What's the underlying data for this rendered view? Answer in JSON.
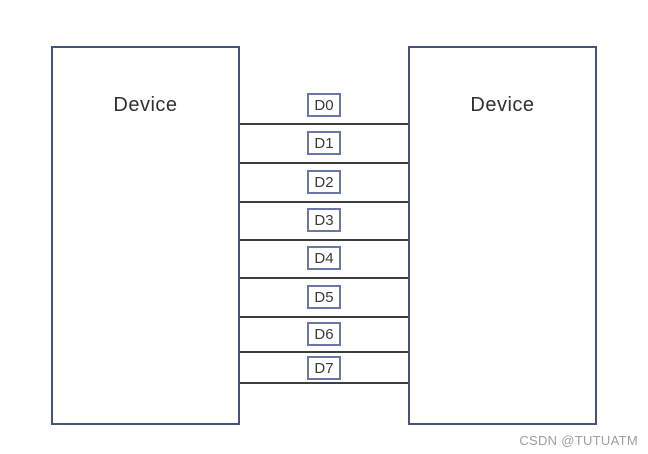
{
  "diagram": {
    "left_device": {
      "label": "Device"
    },
    "right_device": {
      "label": "Device"
    },
    "signals": [
      {
        "label": "D0"
      },
      {
        "label": "D1"
      },
      {
        "label": "D2"
      },
      {
        "label": "D3"
      },
      {
        "label": "D4"
      },
      {
        "label": "D5"
      },
      {
        "label": "D6"
      },
      {
        "label": "D7"
      }
    ],
    "colors": {
      "device_border": "#46537b",
      "signal_box_border": "#6a76a4",
      "wire": "#3d3d3d",
      "text": "#303030",
      "watermark": "#9e9ea3"
    }
  },
  "watermark": {
    "text": "CSDN @TUTUATM"
  }
}
